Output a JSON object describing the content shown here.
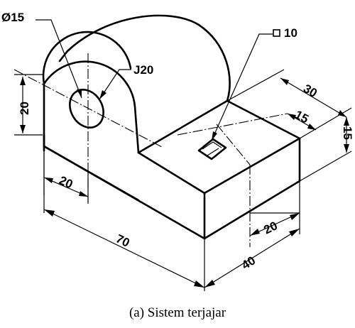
{
  "figure": {
    "caption": "(a) Sistem terjajar",
    "dimensions": {
      "hole_diameter": "Ø15",
      "arc_radius": "J20",
      "square_hole": "10",
      "boss_height": "20",
      "boss_width": "20",
      "overall_length": "70",
      "overall_depth": "40",
      "inner_width": "20",
      "slot_width_30": "30",
      "slot_width_15": "15",
      "base_height": "15"
    },
    "colors": {
      "ink": "#000000",
      "paper": "#ffffff"
    }
  }
}
